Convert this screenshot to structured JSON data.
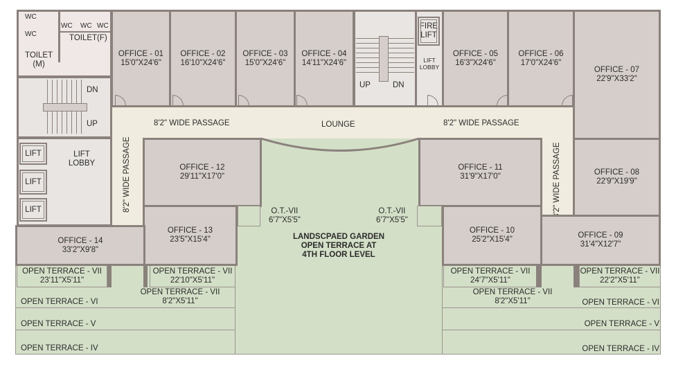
{
  "colors": {
    "office": "#d6cecb",
    "wall": "#8a817c",
    "passage": "#f0ede0",
    "garden": "#d3dfc6",
    "toilet": "#efe8e6"
  },
  "toilets": {
    "wc": "WC",
    "male_line1": "TOILET",
    "male_line2": "(M)",
    "female": "TOILET(F)"
  },
  "stairs": {
    "dn": "DN",
    "up": "UP"
  },
  "lifts": {
    "lift": "LIFT",
    "lobby_line1": "LIFT",
    "lobby_line2": "LOBBY",
    "fire_line1": "FIRE",
    "fire_line2": "LIFT"
  },
  "offices": [
    {
      "name": "OFFICE - 01",
      "size": "15'0\"X24'6\""
    },
    {
      "name": "OFFICE - 02",
      "size": "16'10\"X24'6\""
    },
    {
      "name": "OFFICE - 03",
      "size": "15'0\"X24'6\""
    },
    {
      "name": "OFFICE - 04",
      "size": "14'11\"X24'6\""
    },
    {
      "name": "OFFICE - 05",
      "size": "16'3\"X24'6\""
    },
    {
      "name": "OFFICE - 06",
      "size": "17'0\"X24'6\""
    },
    {
      "name": "OFFICE - 07",
      "size": "22'9\"X33'2\""
    },
    {
      "name": "OFFICE - 08",
      "size": "22'9\"X19'9\""
    },
    {
      "name": "OFFICE - 09",
      "size": "31'4\"X12'7\""
    },
    {
      "name": "OFFICE  - 10",
      "size": "25'2\"X15'4\""
    },
    {
      "name": "OFFICE - 11",
      "size": "31'9\"X17'0\""
    },
    {
      "name": "OFFICE - 12",
      "size": "29'11\"X17'0\""
    },
    {
      "name": "OFFICE - 13",
      "size": "23'5\"X15'4\""
    },
    {
      "name": "OFFICE - 14",
      "size": "33'2\"X9'8\""
    }
  ],
  "passage": {
    "label": "8'2\" WIDE PASSAGE",
    "lounge": "LOUNGE"
  },
  "garden": {
    "line1": "LANDSCPAED GARDEN",
    "line2": "OPEN TERRACE AT",
    "line3": "4TH FLOOR LEVEL"
  },
  "ot_small": {
    "name": "O.T.-VII",
    "size": "6'7\"X5'5\""
  },
  "terraces": {
    "vii_name": "OPEN TERRACE - VII",
    "left_a": "23'11\"X5'11\"",
    "left_b": "22'10\"X5'11\"",
    "left_mid": "8'2\"X5'11\"",
    "right_a": "24'7\"X5'11\"",
    "right_b": "22'2\"X5'11\"",
    "right_mid": "8'2\"X5'11\"",
    "vi": "OPEN TERRACE - VI",
    "v": "OPEN TERRACE - V",
    "iv": "OPEN TERRACE - IV"
  }
}
